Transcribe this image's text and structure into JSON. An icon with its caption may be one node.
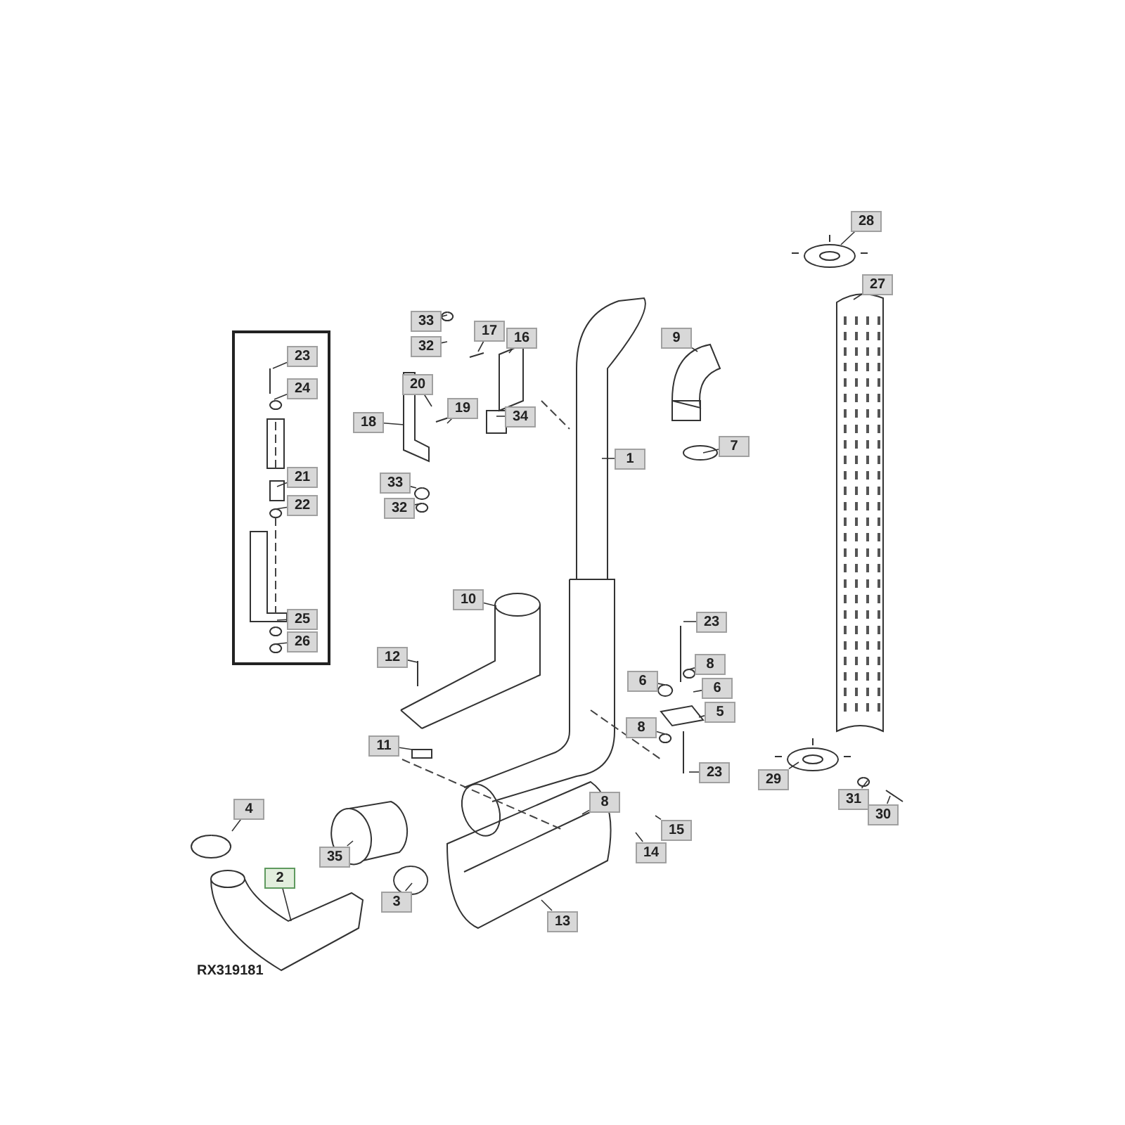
{
  "diagram": {
    "nodes": [
      {
        "text": [],
        "shape": "box"
      },
      {
        "text": [
          "28"
        ]
      },
      {
        "text": [
          "27"
        ]
      },
      {
        "text": [
          "33"
        ]
      },
      {
        "text": [
          "17"
        ]
      },
      {
        "text": [
          "16"
        ]
      },
      {
        "text": [
          "32"
        ]
      },
      {
        "text": [
          "9"
        ]
      },
      {
        "text": [
          "23"
        ],
        "in": 0
      },
      {
        "text": [
          "24"
        ],
        "in": 0
      },
      {
        "text": [
          "20"
        ]
      },
      {
        "text": [
          "18"
        ]
      },
      {
        "text": [
          "19"
        ]
      },
      {
        "text": [
          "34"
        ]
      },
      {
        "text": [
          "1"
        ]
      },
      {
        "text": [
          "7"
        ]
      },
      {
        "text": [
          "21"
        ],
        "in": 0
      },
      {
        "text": [
          "22"
        ],
        "in": 0
      },
      {
        "text": [
          "33"
        ]
      },
      {
        "text": [
          "32"
        ]
      },
      {
        "text": [
          "10"
        ]
      },
      {
        "text": [
          "25"
        ],
        "in": 0
      },
      {
        "text": [
          "26"
        ],
        "in": 0
      },
      {
        "text": [
          "23"
        ]
      },
      {
        "text": [
          "8"
        ]
      },
      {
        "text": [
          "12"
        ]
      },
      {
        "text": [
          "6"
        ]
      },
      {
        "text": [
          "6"
        ]
      },
      {
        "text": [
          "5"
        ]
      },
      {
        "text": [
          "8"
        ]
      },
      {
        "text": [
          "11"
        ]
      },
      {
        "text": [
          "23"
        ]
      },
      {
        "text": [
          "29"
        ]
      },
      {
        "text": [
          "8"
        ]
      },
      {
        "text": [
          "4"
        ]
      },
      {
        "text": [
          "15"
        ]
      },
      {
        "text": [
          "31"
        ]
      },
      {
        "text": [
          "30"
        ]
      },
      {
        "text": [
          "14"
        ]
      },
      {
        "text": [
          "35"
        ]
      },
      {
        "text": [
          "2"
        ]
      },
      {
        "text": [
          "3"
        ]
      },
      {
        "text": [
          "13"
        ]
      }
    ],
    "edges": [
      {
        "from": 1,
        "to": null,
        "arrow": "none"
      },
      {
        "from": 2,
        "to": null,
        "arrow": "none"
      },
      {
        "from": 3,
        "to": null,
        "arrow": "none"
      },
      {
        "from": 4,
        "to": null,
        "arrow": "none"
      },
      {
        "from": 5,
        "to": null,
        "arrow": "none"
      },
      {
        "from": 6,
        "to": null,
        "arrow": "none"
      },
      {
        "from": 7,
        "to": null,
        "arrow": "none"
      },
      {
        "from": 8,
        "to": null,
        "arrow": "none"
      },
      {
        "from": 9,
        "to": null,
        "arrow": "none"
      },
      {
        "from": 10,
        "to": null,
        "arrow": "none"
      },
      {
        "from": 11,
        "to": null,
        "arrow": "none"
      },
      {
        "from": 12,
        "to": null,
        "arrow": "none"
      },
      {
        "from": 13,
        "to": null,
        "arrow": "none"
      },
      {
        "from": 14,
        "to": null,
        "arrow": "none"
      },
      {
        "from": 15,
        "to": null,
        "arrow": "none"
      },
      {
        "from": 16,
        "to": null,
        "arrow": "none"
      },
      {
        "from": 17,
        "to": null,
        "arrow": "none"
      },
      {
        "from": 18,
        "to": null,
        "arrow": "none"
      },
      {
        "from": 19,
        "to": null,
        "arrow": "none"
      },
      {
        "from": 20,
        "to": null,
        "arrow": "none"
      },
      {
        "from": 21,
        "to": null,
        "arrow": "none"
      },
      {
        "from": 22,
        "to": null,
        "arrow": "none"
      },
      {
        "from": 23,
        "to": null,
        "arrow": "none"
      },
      {
        "from": 24,
        "to": null,
        "arrow": "none"
      },
      {
        "from": 25,
        "to": null,
        "arrow": "none"
      },
      {
        "from": 26,
        "to": null,
        "arrow": "none"
      },
      {
        "from": 27,
        "to": null,
        "arrow": "none"
      },
      {
        "from": 28,
        "to": null,
        "arrow": "none"
      },
      {
        "from": 29,
        "to": null,
        "arrow": "none"
      },
      {
        "from": 30,
        "to": null,
        "arrow": "none"
      },
      {
        "from": 31,
        "to": null,
        "arrow": "none"
      },
      {
        "from": 32,
        "to": null,
        "arrow": "none"
      },
      {
        "from": 33,
        "to": null,
        "arrow": "none"
      },
      {
        "from": 34,
        "to": null,
        "arrow": "none"
      },
      {
        "from": 35,
        "to": null,
        "arrow": "none"
      },
      {
        "from": 36,
        "to": null,
        "arrow": "none"
      },
      {
        "from": 37,
        "to": null,
        "arrow": "none"
      },
      {
        "from": 38,
        "to": null,
        "arrow": "none"
      },
      {
        "from": 39,
        "to": null,
        "arrow": "none"
      },
      {
        "from": 40,
        "to": null,
        "arrow": "none"
      },
      {
        "from": 41,
        "to": null,
        "arrow": "none"
      },
      {
        "from": 42,
        "to": null,
        "arrow": "none"
      }
    ],
    "labels": [
      "RX319181"
    ]
  }
}
